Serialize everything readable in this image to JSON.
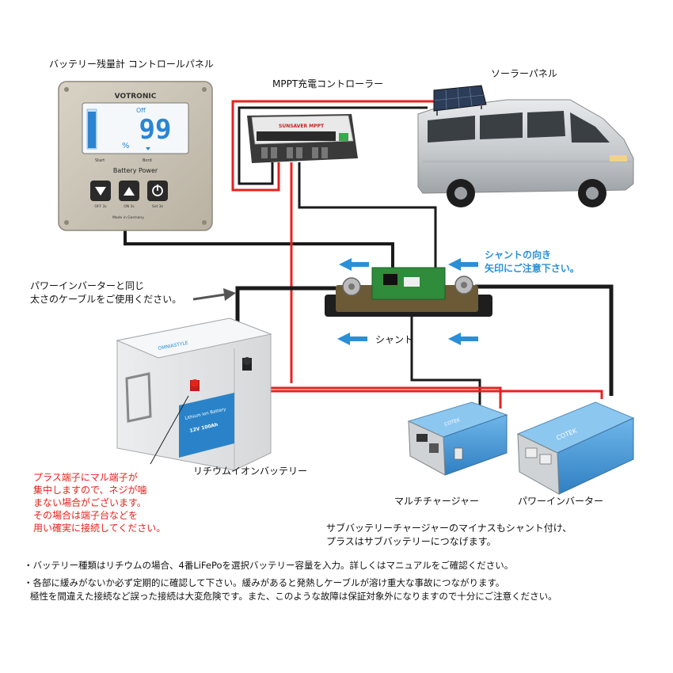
{
  "labels": {
    "battery_monitor_panel": "バッテリー残量計 コントロールパネル",
    "mppt_controller": "MPPT充電コントローラー",
    "solar_panel": "ソーラーパネル",
    "shunt_direction_line1": "シャントの向き",
    "shunt_direction_line2": "矢印にご注意下さい。",
    "cable_note_line1": "パワーインバーターと同じ",
    "cable_note_line2": "太さのケーブルをご使用ください。",
    "shunt": "シャント",
    "lithium_battery": "リチウムイオンバッテリー",
    "multi_charger": "マルチチャージャー",
    "power_inverter": "パワーインバーター",
    "sub_battery_note_line1": "サブバッテリーチャージャーのマイナスもシャント付け、",
    "sub_battery_note_line2": "プラスはサブバッテリーにつなげます。"
  },
  "warning": {
    "line1": "プラス端子にマル端子が",
    "line2": "集中しますので、ネジが噛",
    "line3": "まない場合がございます。",
    "line4": "その場合は端子台などを",
    "line5": "用い確実に接続してください。"
  },
  "monitor": {
    "brand": "VOTRONIC",
    "status": "Off",
    "value": "99",
    "unit": "%",
    "start_label": "Start",
    "bord_label": "Bord",
    "title": "Battery Power",
    "btn_off": "OFF 3s",
    "btn_on": "ON 3s",
    "btn_set": "Set 3s",
    "made_in": "Made in Germany"
  },
  "controller_brand": "SUNSAVER MPPT",
  "battery_brand": "OMNIASTYLE",
  "battery_label_line1": "Lithium Ion Battery",
  "battery_label_line2": "12V 100Ah",
  "device_brand": "COTEK",
  "notes": {
    "line1": "・バッテリー種類はリチウムの場合、4番LiFePoを選択バッテリー容量を入力。詳しくはマニュアルをご確認ください。",
    "line2": "・各部に緩みがないか必ず定期的に確認して下さい。緩みがあると発熱しケーブルが溶け重大な事故につながります。",
    "line3": "極性を間違えた接続など誤った接続は大変危険です。また、このような故障は保証対象外になりますので十分にご注意ください。"
  },
  "colors": {
    "wire_positive": "#e8211c",
    "wire_negative": "#1a1a1a",
    "arrow": "#2a8fd6",
    "warning_text": "#e8211c"
  }
}
